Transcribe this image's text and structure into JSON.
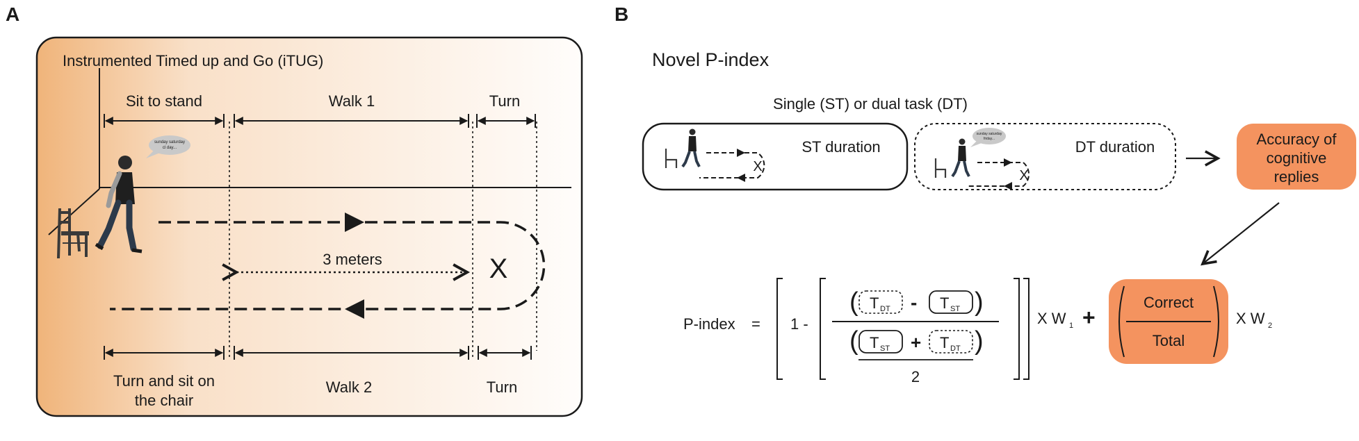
{
  "panel_a": {
    "letter": "A",
    "title": "Instrumented Timed up and Go (iTUG)",
    "phases_top": [
      "Sit to stand",
      "Walk 1",
      "Turn"
    ],
    "phases_bottom_line1": [
      "Turn and sit on",
      "Walk 2",
      "Turn"
    ],
    "phases_bottom_line2": "the chair",
    "distance": "3 meters",
    "marker": "X",
    "speech": [
      "sunday saturday",
      "cl day..."
    ]
  },
  "panel_b": {
    "letter": "B",
    "title": "Novel P-index",
    "task_caption": "Single (ST) or dual task (DT)",
    "st_label": "ST duration",
    "dt_label": "DT duration",
    "marker": "X",
    "speech": [
      "sunday saturday",
      "friday..."
    ],
    "accuracy": [
      "Accuracy of",
      "cognitive",
      "replies"
    ],
    "formula": {
      "lhs": "P-index",
      "eq": "=",
      "one_minus": "1 -",
      "minus": "-",
      "plus": "+",
      "T": "T",
      "dt": "DT",
      "st": "ST",
      "two": "2",
      "times_w1": "X  W",
      "w1_sub": "1",
      "plus_big": "+",
      "correct": "Correct",
      "total": "Total",
      "times_w2": "X  W",
      "w2_sub": "2"
    }
  },
  "colors": {
    "accent": "#f4935f",
    "gradient_start": "#f2be8a",
    "gradient_end": "#fffdfb"
  }
}
